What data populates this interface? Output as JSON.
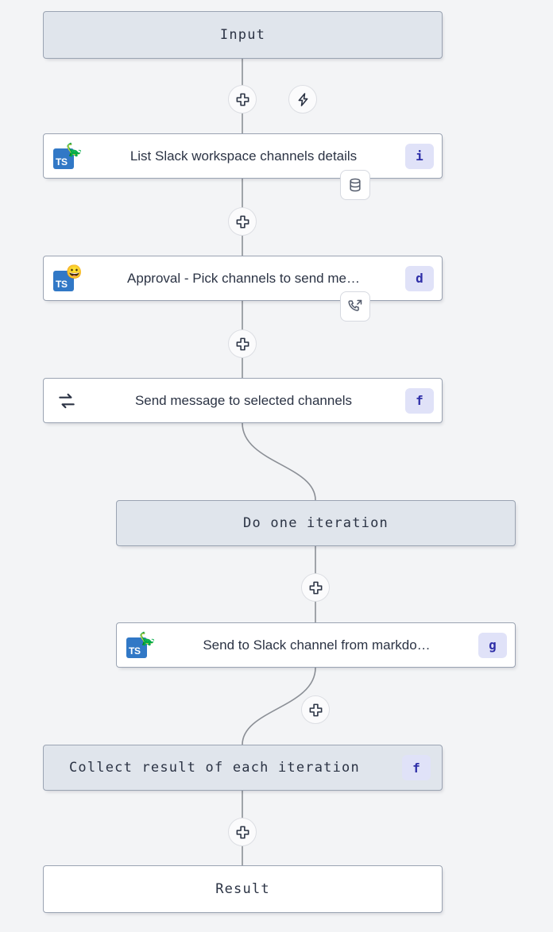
{
  "canvas": {
    "background": "#f3f4f6",
    "edge_color": "#8b8f96",
    "node_fill": "#e0e5ec",
    "node_border": "#9aa3b2",
    "badge_bg": "#e0e2f8",
    "badge_fg": "#2f2fa8",
    "ts_blue": "#3178c6"
  },
  "flow": {
    "input_node": {
      "label": "Input",
      "kind": "input"
    },
    "result_node": {
      "label": "Result",
      "kind": "result"
    },
    "iteration_start_node": {
      "label": "Do one iteration",
      "kind": "loop-start"
    },
    "iteration_collect_node": {
      "label": "Collect result of each iteration",
      "badge": "f",
      "kind": "loop-collect"
    },
    "steps": [
      {
        "label": "List Slack workspace channels details",
        "badge": "i",
        "icon": "typescript-icon",
        "overlay": "deno-icon",
        "overlay_glyph": "🦕",
        "corner_badge": "database-icon"
      },
      {
        "label": "Approval - Pick channels to send me…",
        "badge": "d",
        "icon": "typescript-icon",
        "overlay": "smiley-face-icon",
        "overlay_glyph": "😀",
        "corner_badge": "phone-incoming-icon"
      },
      {
        "label": "Send message to selected channels",
        "badge": "f",
        "icon": "loop-icon",
        "overlay": null,
        "overlay_glyph": "",
        "corner_badge": null
      },
      {
        "label": "Send to Slack channel from markdo…",
        "badge": "g",
        "icon": "typescript-icon",
        "overlay": "deno-icon",
        "overlay_glyph": "🦕",
        "corner_badge": null
      }
    ],
    "handles": [
      {
        "name": "add-step-handle-1",
        "icon": "plus-icon"
      },
      {
        "name": "trigger-handle",
        "icon": "lightning-icon"
      },
      {
        "name": "add-step-handle-2",
        "icon": "plus-icon"
      },
      {
        "name": "add-step-handle-3",
        "icon": "plus-icon"
      },
      {
        "name": "add-step-handle-4",
        "icon": "plus-icon"
      },
      {
        "name": "add-step-handle-5",
        "icon": "plus-icon"
      },
      {
        "name": "add-step-handle-6",
        "icon": "plus-icon"
      }
    ],
    "ts_icon_text": "TS"
  }
}
